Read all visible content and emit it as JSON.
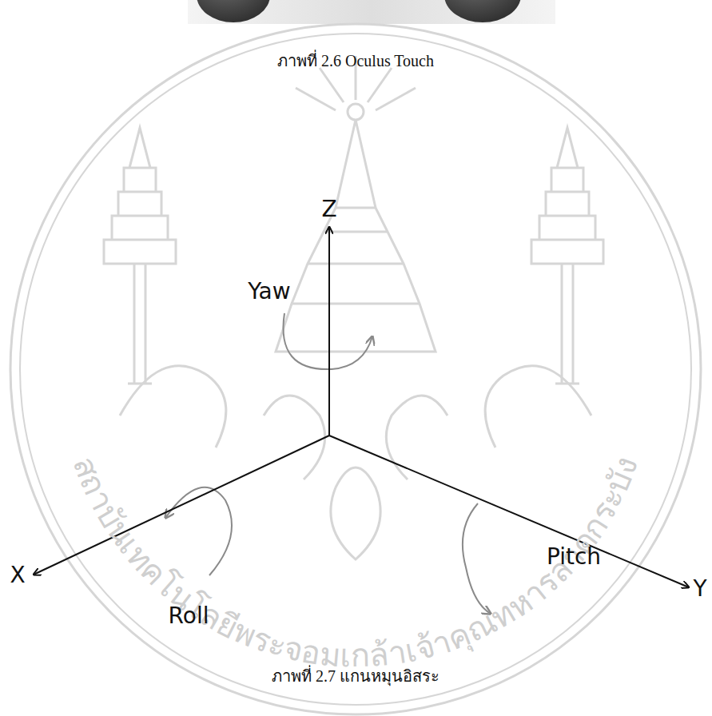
{
  "diagram": {
    "labels": [
      "ภาพที่ 2.6 Oculus Touch",
      "Z",
      "Yaw",
      "X",
      "Roll",
      "Y",
      "Pitch",
      "ภาพที่ 2.7 แกนหมุนอิสระ",
      "สถาบันเทคโนโลยีพระจอมเกล้าเจ้าคุณทหารลาดกระบัง"
    ]
  }
}
